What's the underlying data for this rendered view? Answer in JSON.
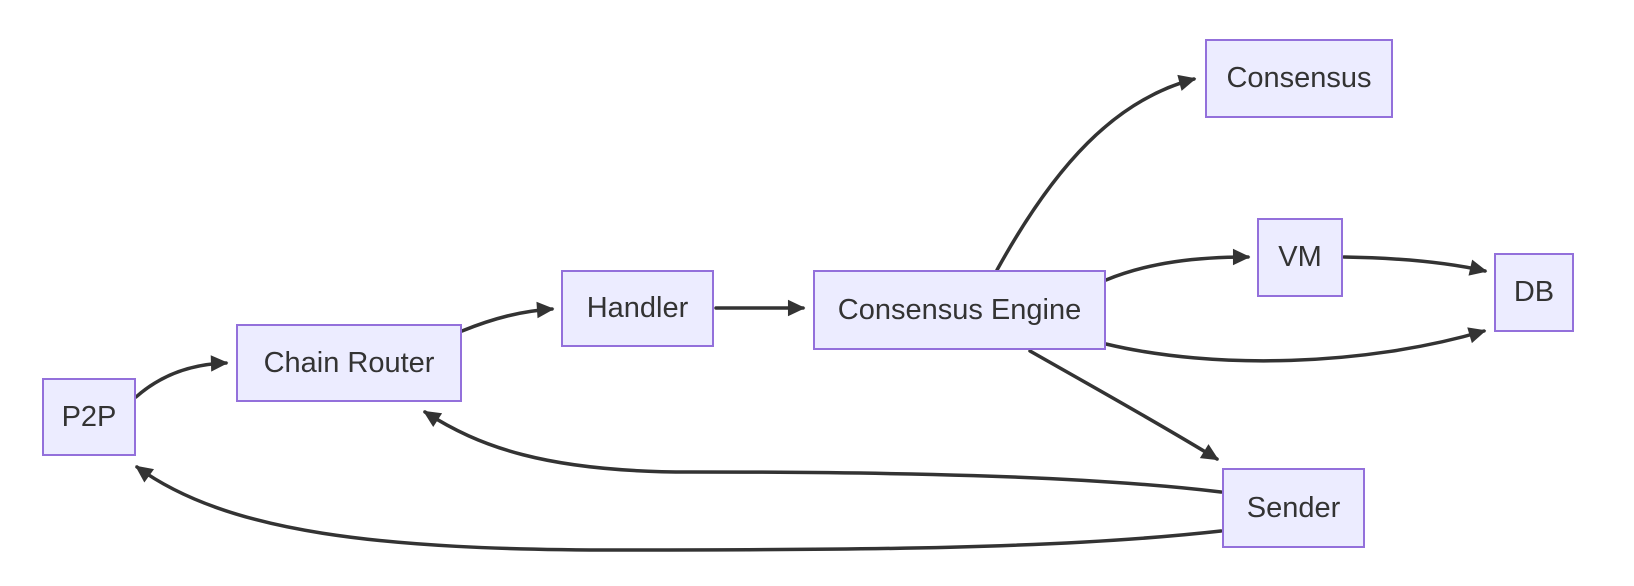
{
  "diagram": {
    "type": "flowchart",
    "direction": "left-to-right",
    "colors": {
      "background": "#ffffff",
      "node_fill": "#ECECFF",
      "node_border": "#9370DB",
      "edge_stroke": "#333333",
      "text": "#333333"
    },
    "nodes": {
      "p2p": {
        "label": "P2P"
      },
      "chain_router": {
        "label": "Chain Router"
      },
      "handler": {
        "label": "Handler"
      },
      "consensus_engine": {
        "label": "Consensus Engine"
      },
      "consensus": {
        "label": "Consensus"
      },
      "vm": {
        "label": "VM"
      },
      "db": {
        "label": "DB"
      },
      "sender": {
        "label": "Sender"
      }
    },
    "edges": [
      {
        "from": "P2P",
        "to": "Chain Router"
      },
      {
        "from": "Chain Router",
        "to": "Handler"
      },
      {
        "from": "Handler",
        "to": "Consensus Engine"
      },
      {
        "from": "Consensus Engine",
        "to": "Consensus"
      },
      {
        "from": "Consensus Engine",
        "to": "VM"
      },
      {
        "from": "VM",
        "to": "DB"
      },
      {
        "from": "Consensus Engine",
        "to": "DB"
      },
      {
        "from": "Consensus Engine",
        "to": "Sender"
      },
      {
        "from": "Sender",
        "to": "Chain Router"
      },
      {
        "from": "Sender",
        "to": "P2P"
      }
    ]
  }
}
